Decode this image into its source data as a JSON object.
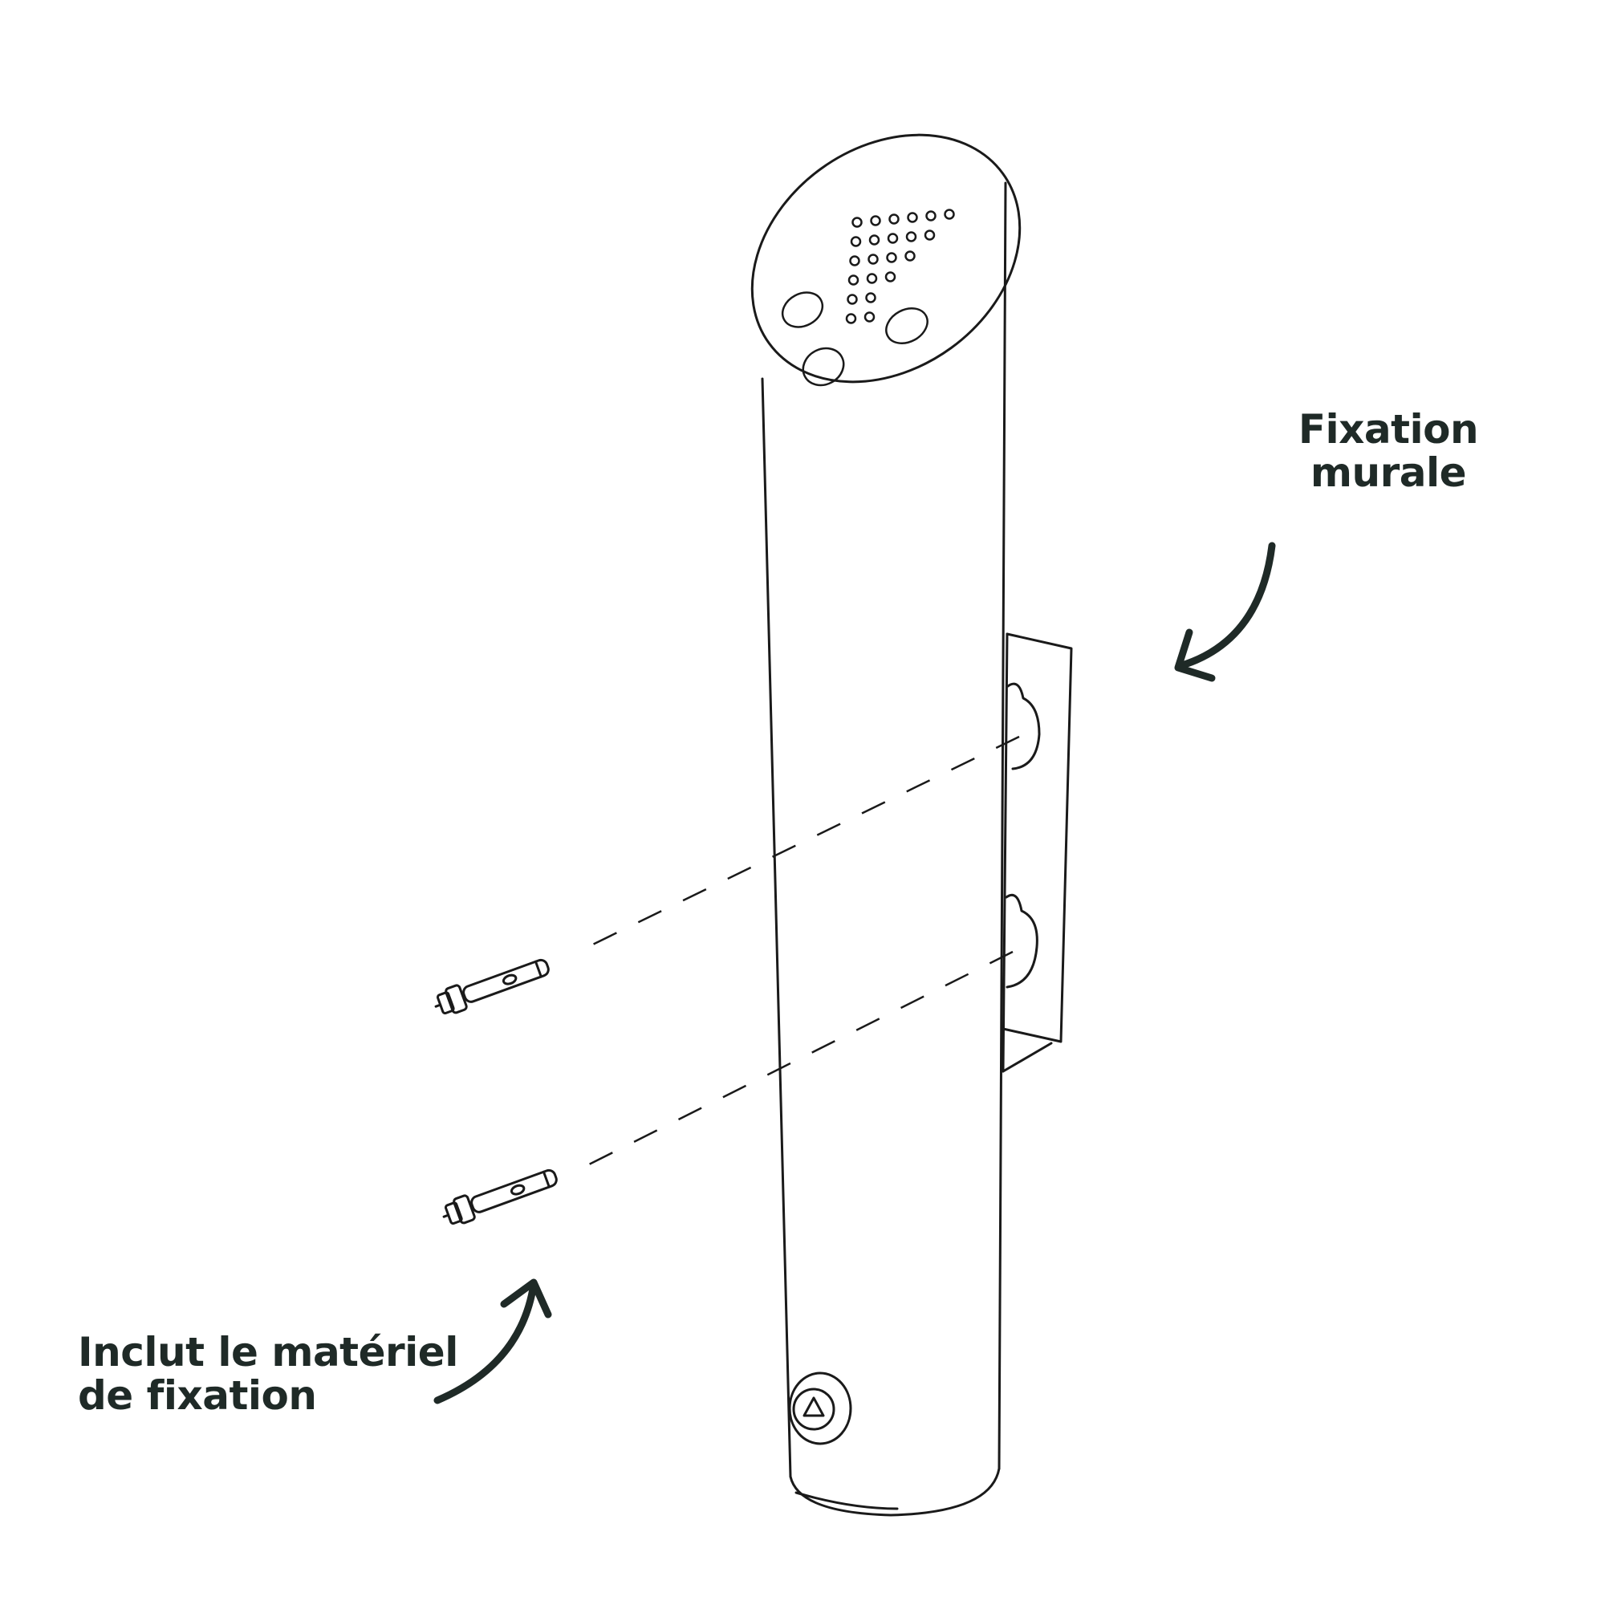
{
  "labels": {
    "wall_mount": [
      "Fixation",
      "murale"
    ],
    "hardware": [
      "Inclut le matériel",
      "de fixation"
    ]
  },
  "colors": {
    "line": "#1a1a1a",
    "text": "#1f2a27",
    "background": "#ffffff"
  }
}
